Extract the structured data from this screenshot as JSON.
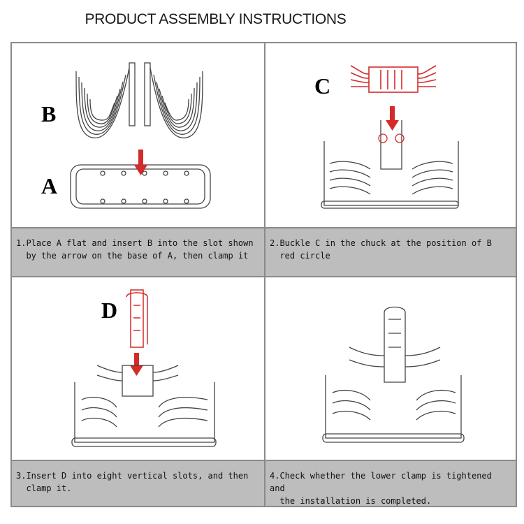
{
  "title": "PRODUCT ASSEMBLY INSTRUCTIONS",
  "steps": [
    {
      "letters": [
        "B",
        "A"
      ],
      "caption": "1.Place A flat and insert B into the slot shown\n  by the arrow on the base of A, then clamp it"
    },
    {
      "letters": [
        "C"
      ],
      "caption": "2.Buckle C in the chuck at the position of B\n  red circle"
    },
    {
      "letters": [
        "D"
      ],
      "caption": "3.Insert D into eight vertical slots, and then\n  clamp it."
    },
    {
      "letters": [],
      "caption": "4.Check whether the lower clamp is tightened and\n  the installation is completed."
    }
  ],
  "colors": {
    "accent_red": "#d42a2a",
    "line": "#555555",
    "caption_bg": "#bdbdbd"
  }
}
